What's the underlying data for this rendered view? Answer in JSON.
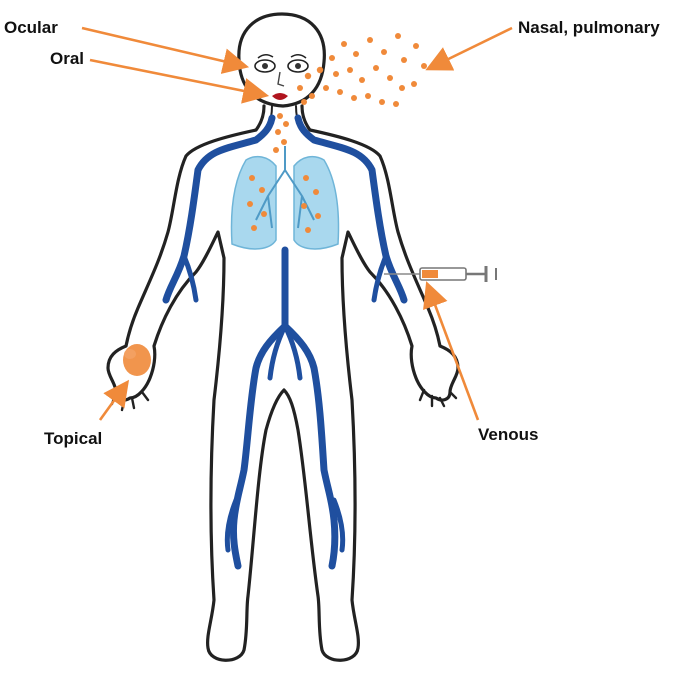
{
  "labels": {
    "ocular": "Ocular",
    "oral": "Oral",
    "nasal": "Nasal, pulmonary",
    "topical": "Topical",
    "venous": "Venous"
  },
  "colors": {
    "arrow": "#f08a3a",
    "particle": "#f08a3a",
    "vein": "#1f4f9f",
    "lung": "#a9d8ee",
    "outline": "#222222",
    "mouth": "#b0141e",
    "syringe": "#8a8a8a"
  }
}
